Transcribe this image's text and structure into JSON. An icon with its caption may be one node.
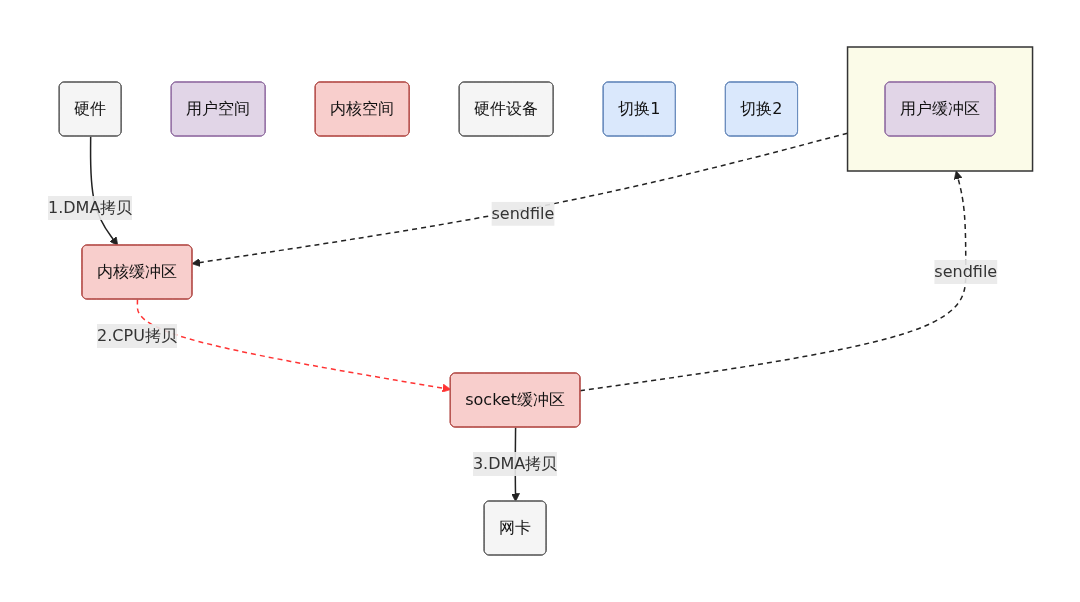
{
  "diagram": {
    "nodes": [
      {
        "text": [
          "用户空间"
        ]
      },
      {
        "text": [
          "内核空间"
        ]
      },
      {
        "text": [
          "硬件设备"
        ]
      },
      {
        "text": [],
        "shape": "box"
      },
      {
        "text": [
          "用户缓冲区"
        ],
        "in": 3
      },
      {
        "text": [
          "切换1"
        ]
      },
      {
        "text": [
          "切换2"
        ]
      },
      {
        "text": [
          "内核缓冲区"
        ]
      },
      {
        "text": [
          "socket缓冲区"
        ]
      },
      {
        "text": [
          "硬件"
        ]
      },
      {
        "text": [
          "网卡"
        ]
      }
    ],
    "edges": [
      {
        "from": 3,
        "to": 7,
        "arrow": "to",
        "style": "dashed",
        "label": "sendfile"
      },
      {
        "from": 7,
        "to": 8,
        "arrow": "to",
        "style": "dashed",
        "color": "#ff3333",
        "label": "2.CPU拷贝"
      },
      {
        "from": 8,
        "to": 3,
        "arrow": "to",
        "style": "dashed",
        "label": "sendfile"
      },
      {
        "from": 9,
        "to": 7,
        "arrow": "to",
        "label": "1.DMA拷贝"
      },
      {
        "from": 8,
        "to": 10,
        "arrow": "to",
        "label": "3.DMA拷贝"
      }
    ]
  }
}
